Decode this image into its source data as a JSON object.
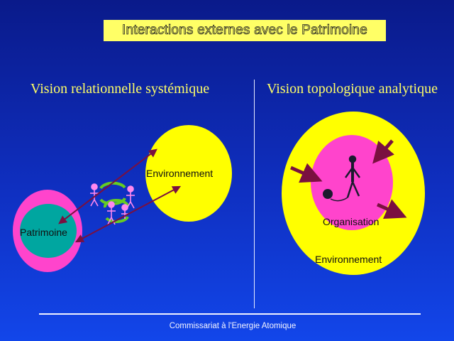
{
  "title": "Interactions externes avec le Patrimoine",
  "left_heading": "Vision relationnelle systémique",
  "right_heading": "Vision topologique analytique",
  "left_diagram": {
    "environment_label": "Environnement",
    "patrimoine_label": "Patrimoine"
  },
  "right_diagram": {
    "organisation_label": "Organisation",
    "environment_label": "Environnement"
  },
  "footer": "Commissariat à l'Energie Atomique",
  "colors": {
    "background": "#0f2fc0",
    "title_box": "#ffff66",
    "heading_text": "#ffff66",
    "yellow": "#ffff00",
    "magenta": "#ff44cc",
    "teal": "#00a6a0",
    "arrow": "#7a1040",
    "figure_pink": "#ff88ee",
    "cycle_green": "#66cc22"
  }
}
